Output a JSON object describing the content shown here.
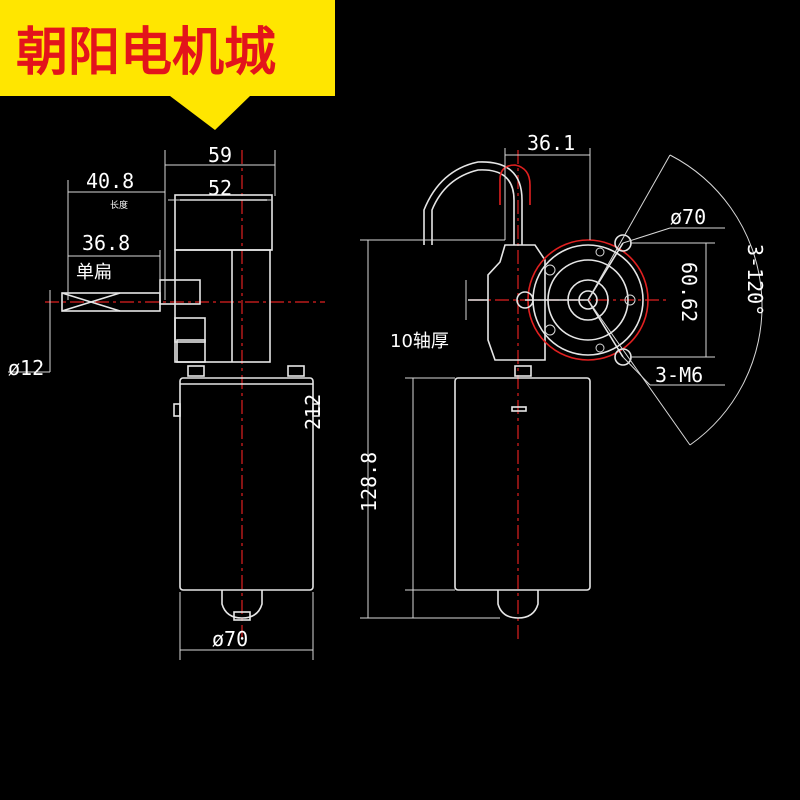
{
  "brand": {
    "title": "朝阳电机城",
    "banner_color": "#ffe600",
    "title_color": "#e3141b"
  },
  "side_view": {
    "dim_59": "59",
    "dim_52": "52",
    "dim_40_8": "40.8",
    "length_label": "长度",
    "dim_36_8": "36.8",
    "single_flat": "单扁",
    "dim_phi12": "ø12",
    "dim_phi70": "ø70"
  },
  "front_view": {
    "dim_36_1": "36.1",
    "dim_phi70": "ø70",
    "dim_60_62": "60.62",
    "dim_3_120": "3-120°",
    "dim_3_m6": "3-M6",
    "shaft_thickness": "10轴厚",
    "dim_212": "212",
    "dim_128_8": "128.8"
  },
  "colors": {
    "lines": "#e6e6e6",
    "centerline": "#e02020",
    "background": "#000000"
  }
}
